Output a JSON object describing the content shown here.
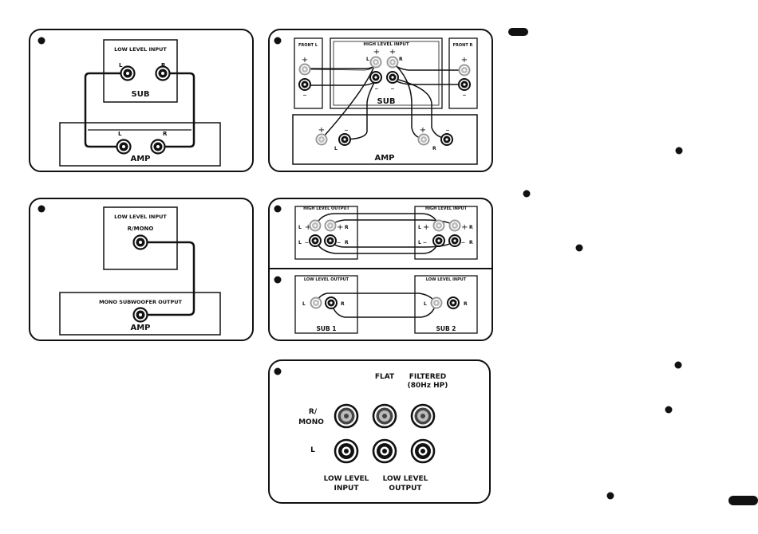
{
  "d1": {
    "header": "LOW LEVEL INPUT",
    "l": "L",
    "r": "R",
    "sub": "SUB",
    "amp_l": "L",
    "amp_r": "R",
    "amp": "AMP"
  },
  "d2": {
    "front_l": "FRONT L",
    "front_r": "FRONT R",
    "high_input": "HIGH LEVEL INPUT",
    "l": "L",
    "r": "R",
    "plus": "+",
    "minus": "–",
    "sub": "SUB",
    "amp": "AMP"
  },
  "d3": {
    "header": "LOW LEVEL INPUT",
    "r_mono": "R/MONO",
    "mono_out": "MONO SUBWOOFER OUTPUT",
    "amp": "AMP"
  },
  "d4": {
    "high_output": "HIGH LEVEL OUTPUT",
    "high_input": "HIGH LEVEL INPUT",
    "low_output": "LOW LEVEL OUTPUT",
    "low_input": "LOW LEVEL INPUT",
    "l": "L",
    "r": "R",
    "plus": "+",
    "minus": "–",
    "sub1": "SUB 1",
    "sub2": "SUB 2"
  },
  "d5": {
    "flat": "FLAT",
    "filtered_1": "FILTERED",
    "filtered_2": "(80Hz HP)",
    "r_mono_1": "R/",
    "r_mono_2": "MONO",
    "l": "L",
    "low_input_1": "LOW LEVEL",
    "low_input_2": "INPUT",
    "low_output_1": "LOW LEVEL",
    "low_output_2": "OUTPUT"
  },
  "colors": {
    "ink": "#111111",
    "grey_jack": "#b8b8b8"
  }
}
